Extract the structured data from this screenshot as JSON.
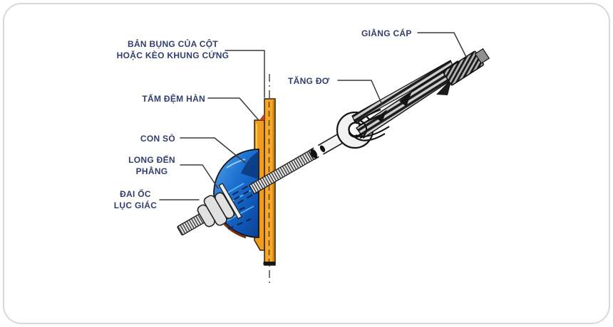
{
  "labels": {
    "web_plate": {
      "text": "BẢN BỤNG CỦA CỘT\nHOẶC KÈO KHUNG CỨNG"
    },
    "weld_pad": {
      "text": "TẤM ĐỆM HÀN"
    },
    "shell_nut": {
      "text": "CON SÒ"
    },
    "flat_washer": {
      "text": "LONG ĐẾN\nPHẲNG"
    },
    "hex_nut": {
      "text": "ĐAI ỐC\nLỤC GIÁC"
    },
    "turnbuckle": {
      "text": "TĂNG ĐƠ"
    },
    "cable_brace": {
      "text": "GIẰNG CÁP"
    }
  },
  "colors": {
    "label_text": "#303e6e",
    "plate_orange": "#f7a82a",
    "pad_orange": "#f09c1e",
    "shell_blue": "#1e72d2",
    "weld_red": "#cf3b1f",
    "leader": "#3a3a3a",
    "card_border": "#d8d8d8"
  }
}
